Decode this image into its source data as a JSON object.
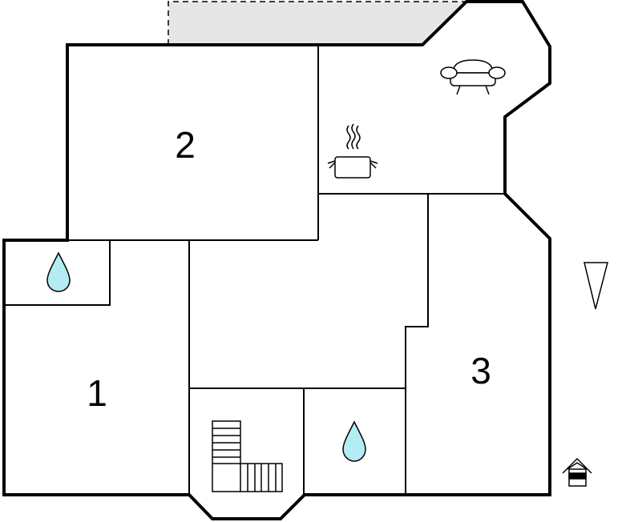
{
  "rooms": [
    {
      "number": "1"
    },
    {
      "number": "2"
    },
    {
      "number": "3"
    }
  ],
  "icons": {
    "sofa": "sofa-icon",
    "cooking_pot": "cooking-pot-icon",
    "water_drop": "water-drop-icon",
    "stairs": "stairs-icon",
    "north_arrow": "north-arrow-icon",
    "entrance": "entrance-icon"
  },
  "colors": {
    "wall": "#000000",
    "water": "#b3ecf2",
    "terrace": "#e6e6e6",
    "background": "#ffffff"
  }
}
